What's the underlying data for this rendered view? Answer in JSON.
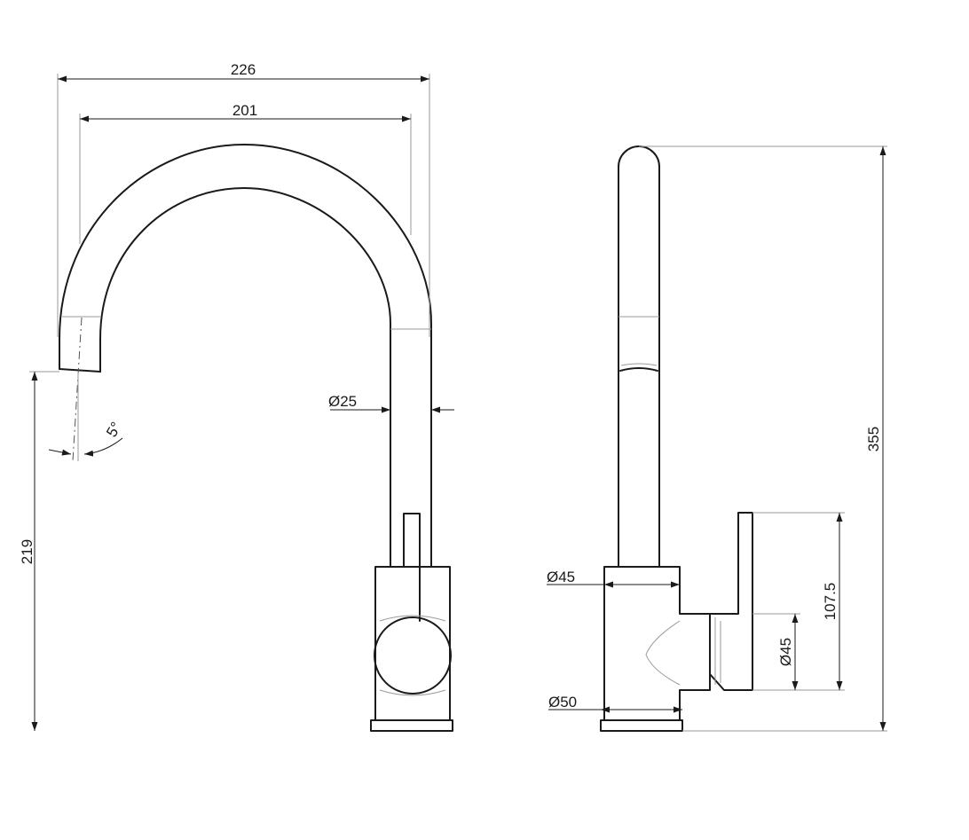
{
  "front_view": {
    "overall_width": "226",
    "spout_reach": "201",
    "spout_tilt": "5°",
    "spout_diameter": "Ø25",
    "outlet_height": "219"
  },
  "side_view": {
    "overall_height": "355",
    "body_diameter": "Ø45",
    "base_diameter": "Ø50",
    "lever_height": "107.5",
    "handle_diameter": "Ø45"
  }
}
